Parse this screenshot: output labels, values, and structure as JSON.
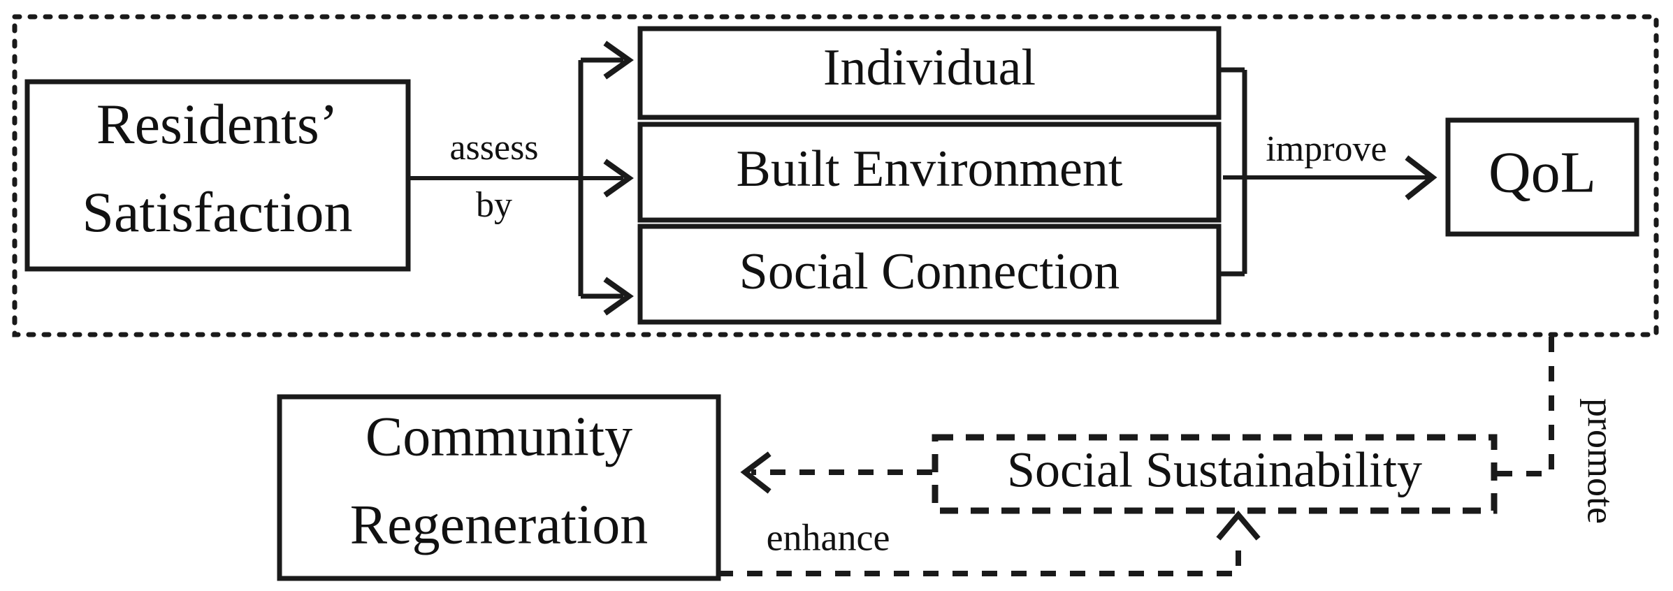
{
  "figure": {
    "type": "conceptual-framework-diagram",
    "background_color": "#ffffff",
    "line_color": "#1a1a1a"
  },
  "region": {
    "name": "assessment-region",
    "border_style": "dotted"
  },
  "nodes": {
    "residents_satisfaction": {
      "line1": "Residents’",
      "line2": "Satisfaction",
      "border_style": "solid"
    },
    "individual": {
      "label": "Individual",
      "border_style": "solid"
    },
    "built_environment": {
      "label": "Built Environment",
      "border_style": "solid"
    },
    "social_connection": {
      "label": "Social Connection",
      "border_style": "solid"
    },
    "qol": {
      "label": "QoL",
      "border_style": "solid"
    },
    "community_regeneration": {
      "line1": "Community",
      "line2": "Regeneration",
      "border_style": "solid"
    },
    "social_sustainability": {
      "label": "Social  Sustainability",
      "border_style": "dashed"
    }
  },
  "edges": {
    "assess_by": {
      "line1": "assess",
      "line2": "by",
      "style": "solid",
      "from": "residents_satisfaction",
      "to": [
        "individual",
        "built_environment",
        "social_connection"
      ]
    },
    "improve": {
      "label": "improve",
      "style": "solid",
      "from": [
        "individual",
        "built_environment",
        "social_connection"
      ],
      "to": "qol"
    },
    "enhance": {
      "label": "enhance",
      "style": "dashed",
      "from": "social_sustainability",
      "to": "community_regeneration"
    },
    "promote": {
      "label": "promote",
      "style": "dashed",
      "orientation": "vertical",
      "from": "social_sustainability",
      "to": "assessment-region"
    },
    "feedback_up": {
      "label": "",
      "style": "dashed",
      "from": "community_regeneration",
      "to": "social_sustainability"
    }
  }
}
